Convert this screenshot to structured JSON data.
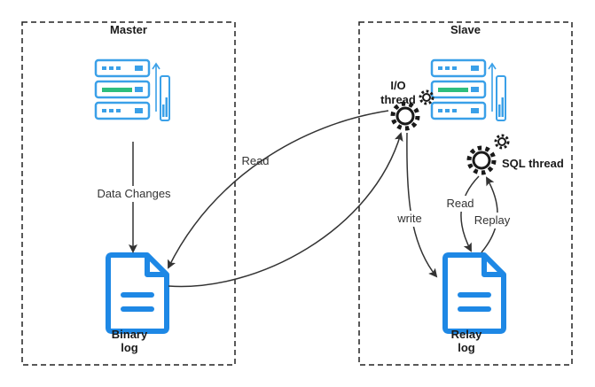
{
  "master": {
    "title": "Master"
  },
  "slave": {
    "title": "Slave"
  },
  "edges": {
    "data_changes": "Data Changes",
    "read_binlog": "Read",
    "write": "write",
    "read_relay": "Read",
    "replay": "Replay"
  },
  "nodes": {
    "binary_log_line1": "Binary",
    "binary_log_line2": "log",
    "io_thread_line1": "I/O",
    "io_thread_line2": "thread",
    "sql_thread": "SQL thread",
    "relay_log_line1": "Relay",
    "relay_log_line2": "log"
  },
  "colors": {
    "accent": "#1E88E5",
    "server_green": "#2DBE7E",
    "server_bar": "#5AB4F0",
    "text": "#333333",
    "border": "#222222"
  },
  "icons": {
    "server": "server-stack-icon",
    "document": "document-icon",
    "gear": "gear-icon"
  }
}
